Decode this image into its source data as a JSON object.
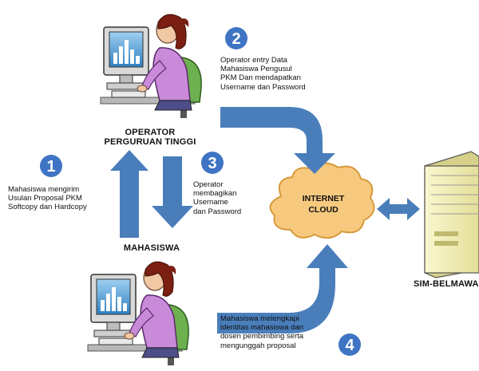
{
  "colors": {
    "arrow": "#4a7ebb",
    "badge": "#3f74c4",
    "cloud": "#f7c97f",
    "cloud_stroke": "#d79a3a",
    "server": "#f3efb8"
  },
  "roles": {
    "operator_line1": "OPERATOR",
    "operator_line2": "PERGURUAN TINGGI",
    "mahasiswa": "MAHASISWA",
    "server": "SIM-BELMAWA"
  },
  "cloud": {
    "line1": "INTERNET",
    "line2": "CLOUD"
  },
  "steps": [
    {
      "number": "1",
      "lines": [
        "Mahasiswa mengirim",
        "Usulan Proposal PKM",
        "Softcopy dan Hardcopy"
      ]
    },
    {
      "number": "2",
      "lines": [
        "Operator entry Data",
        "Mahasiswa Pengusul",
        "PKM Dan mendapatkan",
        "Username dan Password"
      ]
    },
    {
      "number": "3",
      "lines": [
        "Operator",
        "membagikan",
        "Username",
        "dan Password"
      ]
    },
    {
      "number": "4",
      "lines": [
        "Mahasiswa melengkapi",
        "identitas mahasiswa dan",
        "dosen pembimbing serta",
        "mengunggah proposal"
      ]
    }
  ],
  "icons": {
    "operator": "woman-at-computer-icon",
    "mahasiswa": "woman-at-computer-icon",
    "server": "server-tower-icon",
    "cloud": "cloud-icon"
  }
}
